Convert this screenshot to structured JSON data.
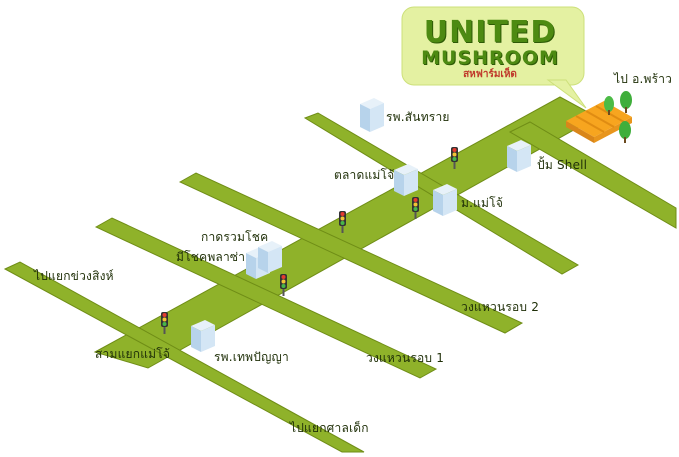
{
  "brand": {
    "line1": "UNITED",
    "line2": "MUSHROOM",
    "subtitle": "สหฟาร์มเห็ด",
    "bubble_color": "#e4f1a2",
    "text_color": "#4d8a12"
  },
  "colors": {
    "road": "#8fb22a",
    "road_edge": "#6f8d16",
    "label": "#1f2f08"
  },
  "labels": {
    "to_phrao": "ไป อ.พร้าว",
    "pump_shell": "ปั้ม Shell",
    "rps_sansai": "รพ.สันทราย",
    "market_maejo": "ตลาดแม่โจ้",
    "mae_jo_university": "ม.แม่โจ้",
    "kad_ruam_chok": "กาดรวมโชค",
    "mee_chok_plaza": "มีโชคพลาซ่า",
    "to_khuang_sing": "ไปแยกข่วงสิงห์",
    "ring_road_2": "วงแหวนรอบ 2",
    "three_way_maejo": "สามแยกแม่โจ้",
    "rps_thepunya": "รพ.เทพปัญญา",
    "ring_road_1": "วงแหวนรอบ 1",
    "to_sala_dek": "ไปแยกศาลเด็ก"
  },
  "icons": {
    "building": "building-icon",
    "traffic_light": "traffic-light-icon",
    "farm": "mushroom-farm-icon",
    "tree": "tree-icon"
  }
}
